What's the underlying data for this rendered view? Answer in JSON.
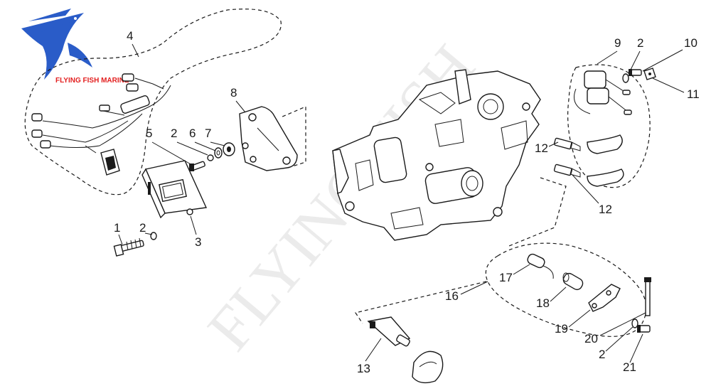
{
  "brand": {
    "text": "FLYING FISH MARINE",
    "logo_icon": "flying-fish-logo-icon",
    "colors": {
      "fish": "#2a5cc8",
      "text": "#e32020"
    }
  },
  "watermark": "FLYING FISH",
  "callouts": {
    "c1": "1",
    "c2a": "2",
    "c2b": "2",
    "c2c": "2",
    "c2d": "2",
    "c3": "3",
    "c4": "4",
    "c5": "5",
    "c6": "6",
    "c7": "7",
    "c8": "8",
    "c9": "9",
    "c10": "10",
    "c11": "11",
    "c12a": "12",
    "c12b": "12",
    "c13": "13",
    "c16": "16",
    "c17": "17",
    "c18": "18",
    "c19": "19",
    "c20": "20",
    "c21": "21"
  }
}
